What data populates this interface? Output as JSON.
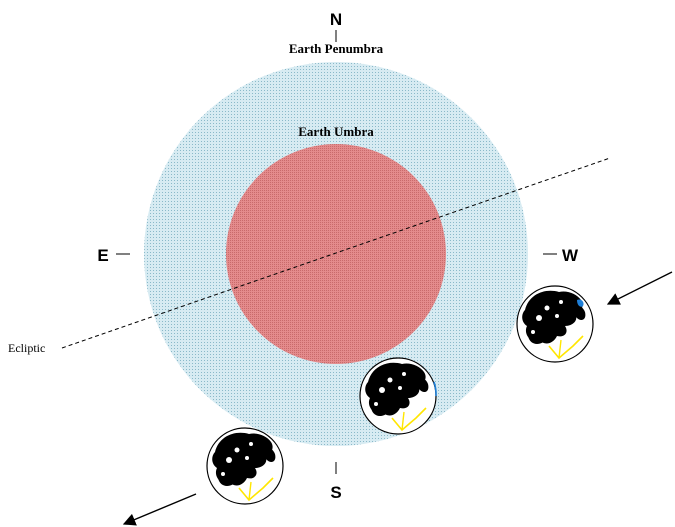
{
  "compass": {
    "north": "N",
    "south": "S",
    "east": "E",
    "west": "W"
  },
  "labels": {
    "penumbra": "Earth Penumbra",
    "umbra": "Earth Umbra",
    "ecliptic": "Ecliptic"
  },
  "colors": {
    "penumbra": "#cfe6ee",
    "umbra": "#de7d7e",
    "moon_path": "#ffe600",
    "moon_outline": "#000000",
    "moon_highlight": "#1e7fd8"
  },
  "moon_positions": [
    "entry",
    "middle",
    "exit"
  ]
}
